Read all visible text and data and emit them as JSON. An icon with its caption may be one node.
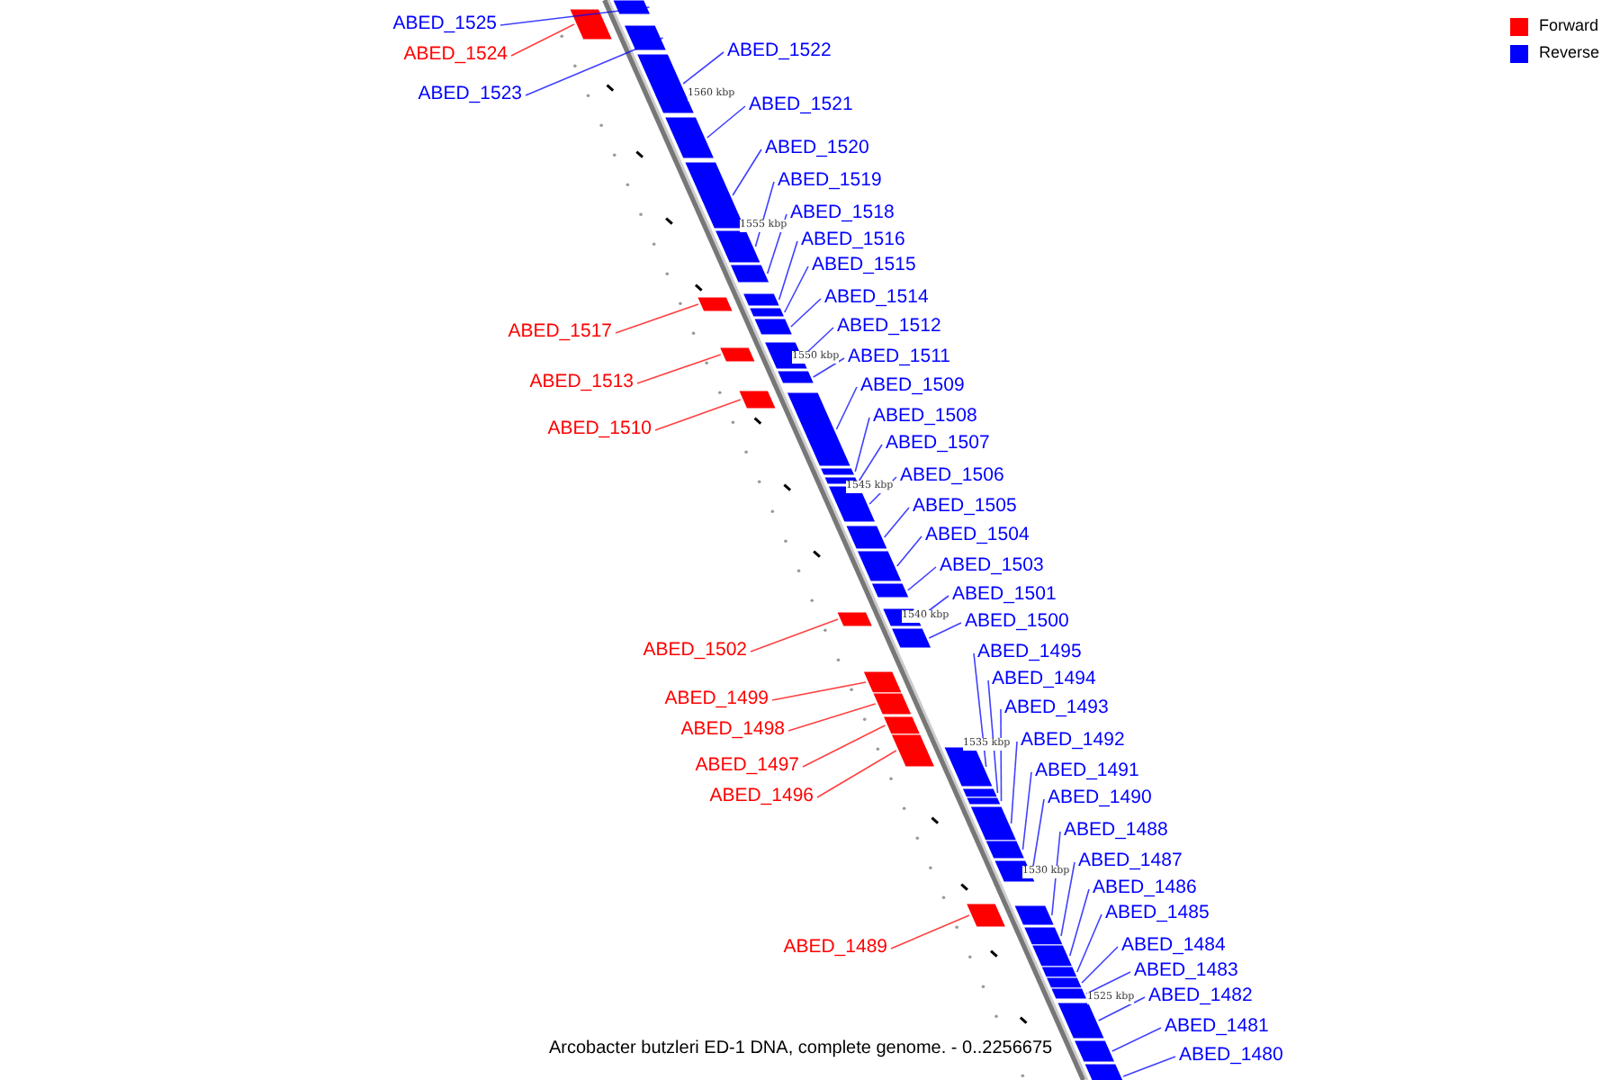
{
  "diagram": {
    "caption": "Arcobacter butzleri ED-1 DNA, complete genome. - 0..2256675",
    "nodes": [
      {
        "text": [
          "ABED_1525"
        ]
      },
      {
        "text": [],
        "shape": "bar"
      },
      {
        "text": [
          "ABED_1522"
        ]
      },
      {
        "text": [],
        "shape": "bar"
      },
      {
        "text": [
          "ABED_1524"
        ]
      },
      {
        "text": [],
        "shape": "bar"
      },
      {
        "text": [
          "ABED_1523"
        ]
      },
      {
        "text": [],
        "shape": "bar"
      },
      {
        "text": [
          "ABED_1521"
        ]
      },
      {
        "text": [],
        "shape": "bar"
      },
      {
        "text": [
          "ABED_1520"
        ]
      },
      {
        "text": [],
        "shape": "bar"
      },
      {
        "text": [
          "ABED_1519"
        ]
      },
      {
        "text": [],
        "shape": "bar"
      },
      {
        "text": [
          "ABED_1518"
        ]
      },
      {
        "text": [],
        "shape": "bar"
      },
      {
        "text": [
          "ABED_1516"
        ]
      },
      {
        "text": [],
        "shape": "bar"
      },
      {
        "text": [
          "ABED_1515"
        ]
      },
      {
        "text": [],
        "shape": "bar"
      },
      {
        "text": [
          "ABED_1514"
        ]
      },
      {
        "text": [],
        "shape": "bar"
      },
      {
        "text": [
          "ABED_1512"
        ]
      },
      {
        "text": [],
        "shape": "bar"
      },
      {
        "text": [
          "ABED_1517"
        ]
      },
      {
        "text": [],
        "shape": "bar"
      },
      {
        "text": [
          "ABED_1511"
        ]
      },
      {
        "text": [],
        "shape": "bar"
      },
      {
        "text": [
          "ABED_1513"
        ]
      },
      {
        "text": [],
        "shape": "bar"
      },
      {
        "text": [
          "ABED_1509"
        ]
      },
      {
        "text": [],
        "shape": "bar"
      },
      {
        "text": [
          "ABED_1508"
        ]
      },
      {
        "text": [],
        "shape": "bar"
      },
      {
        "text": [
          "ABED_1510"
        ]
      },
      {
        "text": [],
        "shape": "bar"
      },
      {
        "text": [
          "ABED_1507"
        ]
      },
      {
        "text": [],
        "shape": "bar"
      },
      {
        "text": [
          "ABED_1506"
        ]
      },
      {
        "text": [],
        "shape": "bar"
      },
      {
        "text": [
          "ABED_1505"
        ]
      },
      {
        "text": [],
        "shape": "bar"
      },
      {
        "text": [
          "ABED_1504"
        ]
      },
      {
        "text": [],
        "shape": "bar"
      },
      {
        "text": [
          "ABED_1503"
        ]
      },
      {
        "text": [],
        "shape": "bar"
      },
      {
        "text": [
          "ABED_1501"
        ]
      },
      {
        "text": [],
        "shape": "bar"
      },
      {
        "text": [
          "ABED_1500"
        ]
      },
      {
        "text": [],
        "shape": "bar"
      },
      {
        "text": [
          "ABED_1502"
        ]
      },
      {
        "text": [],
        "shape": "bar"
      },
      {
        "text": [
          "ABED_1495"
        ]
      },
      {
        "text": [],
        "shape": "bar"
      },
      {
        "text": [
          "ABED_1494"
        ]
      },
      {
        "text": [],
        "shape": "bar"
      },
      {
        "text": [
          "ABED_1499"
        ]
      },
      {
        "text": [],
        "shape": "bar"
      },
      {
        "text": [
          "ABED_1493"
        ]
      },
      {
        "text": [],
        "shape": "bar"
      },
      {
        "text": [
          "ABED_1498"
        ]
      },
      {
        "text": [],
        "shape": "bar"
      },
      {
        "text": [
          "ABED_1492"
        ]
      },
      {
        "text": [],
        "shape": "bar"
      },
      {
        "text": [
          "ABED_1497"
        ]
      },
      {
        "text": [],
        "shape": "bar"
      },
      {
        "text": [
          "ABED_1491"
        ]
      },
      {
        "text": [],
        "shape": "bar"
      },
      {
        "text": [
          "ABED_1496"
        ]
      },
      {
        "text": [],
        "shape": "bar"
      },
      {
        "text": [
          "ABED_1490"
        ]
      },
      {
        "text": [],
        "shape": "bar"
      },
      {
        "text": [
          "ABED_1488"
        ]
      },
      {
        "text": [],
        "shape": "bar"
      },
      {
        "text": [
          "ABED_1487"
        ]
      },
      {
        "text": [],
        "shape": "bar"
      },
      {
        "text": [
          "ABED_1486"
        ]
      },
      {
        "text": [],
        "shape": "bar"
      },
      {
        "text": [
          "ABED_1485"
        ]
      },
      {
        "text": [],
        "shape": "bar"
      },
      {
        "text": [
          "ABED_1484"
        ]
      },
      {
        "text": [],
        "shape": "bar"
      },
      {
        "text": [
          "ABED_1489"
        ]
      },
      {
        "text": [],
        "shape": "bar"
      },
      {
        "text": [
          "ABED_1483"
        ]
      },
      {
        "text": [],
        "shape": "bar"
      },
      {
        "text": [
          "ABED_1482"
        ]
      },
      {
        "text": [],
        "shape": "bar"
      },
      {
        "text": [
          "ABED_1481"
        ]
      },
      {
        "text": [],
        "shape": "bar"
      },
      {
        "text": [
          "ABED_1480"
        ]
      },
      {
        "text": [],
        "shape": "bar"
      }
    ],
    "edges": [
      {
        "from": 0,
        "to": 1,
        "arrow": "none"
      },
      {
        "from": 2,
        "to": 3,
        "arrow": "none"
      },
      {
        "from": 4,
        "to": 5,
        "arrow": "none",
        "color": "#ff0000"
      },
      {
        "from": 6,
        "to": 7,
        "arrow": "none"
      },
      {
        "from": 8,
        "to": 9,
        "arrow": "none"
      },
      {
        "from": 10,
        "to": 11,
        "arrow": "none"
      },
      {
        "from": 12,
        "to": 13,
        "arrow": "none"
      },
      {
        "from": 14,
        "to": 15,
        "arrow": "none"
      },
      {
        "from": 16,
        "to": 17,
        "arrow": "none"
      },
      {
        "from": 18,
        "to": 19,
        "arrow": "none"
      },
      {
        "from": 20,
        "to": 21,
        "arrow": "none"
      },
      {
        "from": 22,
        "to": 23,
        "arrow": "none"
      },
      {
        "from": 24,
        "to": 25,
        "arrow": "none",
        "color": "#ff0000"
      },
      {
        "from": 26,
        "to": 27,
        "arrow": "none"
      },
      {
        "from": 28,
        "to": 29,
        "arrow": "none",
        "color": "#ff0000"
      },
      {
        "from": 30,
        "to": 31,
        "arrow": "none"
      },
      {
        "from": 32,
        "to": 33,
        "arrow": "none"
      },
      {
        "from": 34,
        "to": 35,
        "arrow": "none",
        "color": "#ff0000"
      },
      {
        "from": 36,
        "to": 37,
        "arrow": "none"
      },
      {
        "from": 38,
        "to": 39,
        "arrow": "none"
      },
      {
        "from": 40,
        "to": 41,
        "arrow": "none"
      },
      {
        "from": 42,
        "to": 43,
        "arrow": "none"
      },
      {
        "from": 44,
        "to": 45,
        "arrow": "none"
      },
      {
        "from": 46,
        "to": 47,
        "arrow": "none"
      },
      {
        "from": 48,
        "to": 49,
        "arrow": "none"
      },
      {
        "from": 50,
        "to": 51,
        "arrow": "none",
        "color": "#ff0000"
      },
      {
        "from": 52,
        "to": 53,
        "arrow": "none"
      },
      {
        "from": 54,
        "to": 55,
        "arrow": "none"
      },
      {
        "from": 56,
        "to": 57,
        "arrow": "none",
        "color": "#ff0000"
      },
      {
        "from": 58,
        "to": 59,
        "arrow": "none"
      },
      {
        "from": 60,
        "to": 61,
        "arrow": "none",
        "color": "#ff0000"
      },
      {
        "from": 62,
        "to": 63,
        "arrow": "none"
      },
      {
        "from": 64,
        "to": 65,
        "arrow": "none",
        "color": "#ff0000"
      },
      {
        "from": 66,
        "to": 67,
        "arrow": "none"
      },
      {
        "from": 68,
        "to": 69,
        "arrow": "none",
        "color": "#ff0000"
      },
      {
        "from": 70,
        "to": 71,
        "arrow": "none"
      },
      {
        "from": 72,
        "to": 73,
        "arrow": "none"
      },
      {
        "from": 74,
        "to": 75,
        "arrow": "none"
      },
      {
        "from": 76,
        "to": 77,
        "arrow": "none"
      },
      {
        "from": 78,
        "to": 79,
        "arrow": "none"
      },
      {
        "from": 80,
        "to": 81,
        "arrow": "none"
      },
      {
        "from": 82,
        "to": 83,
        "arrow": "none",
        "color": "#ff0000"
      },
      {
        "from": 84,
        "to": 85,
        "arrow": "none"
      },
      {
        "from": 86,
        "to": 87,
        "arrow": "none"
      },
      {
        "from": 88,
        "to": 89,
        "arrow": "none"
      },
      {
        "from": 90,
        "to": 91,
        "arrow": "none"
      }
    ],
    "labels": [
      "1560 kbp",
      "1555 kbp",
      "1550 kbp",
      "1545 kbp",
      "1540 kbp",
      "1535 kbp",
      "1530 kbp",
      "1525 kbp"
    ],
    "legend": [
      {
        "text": "Forward",
        "color": "#ff0000"
      },
      {
        "text": "Reverse",
        "color": "#0000ff"
      }
    ]
  }
}
